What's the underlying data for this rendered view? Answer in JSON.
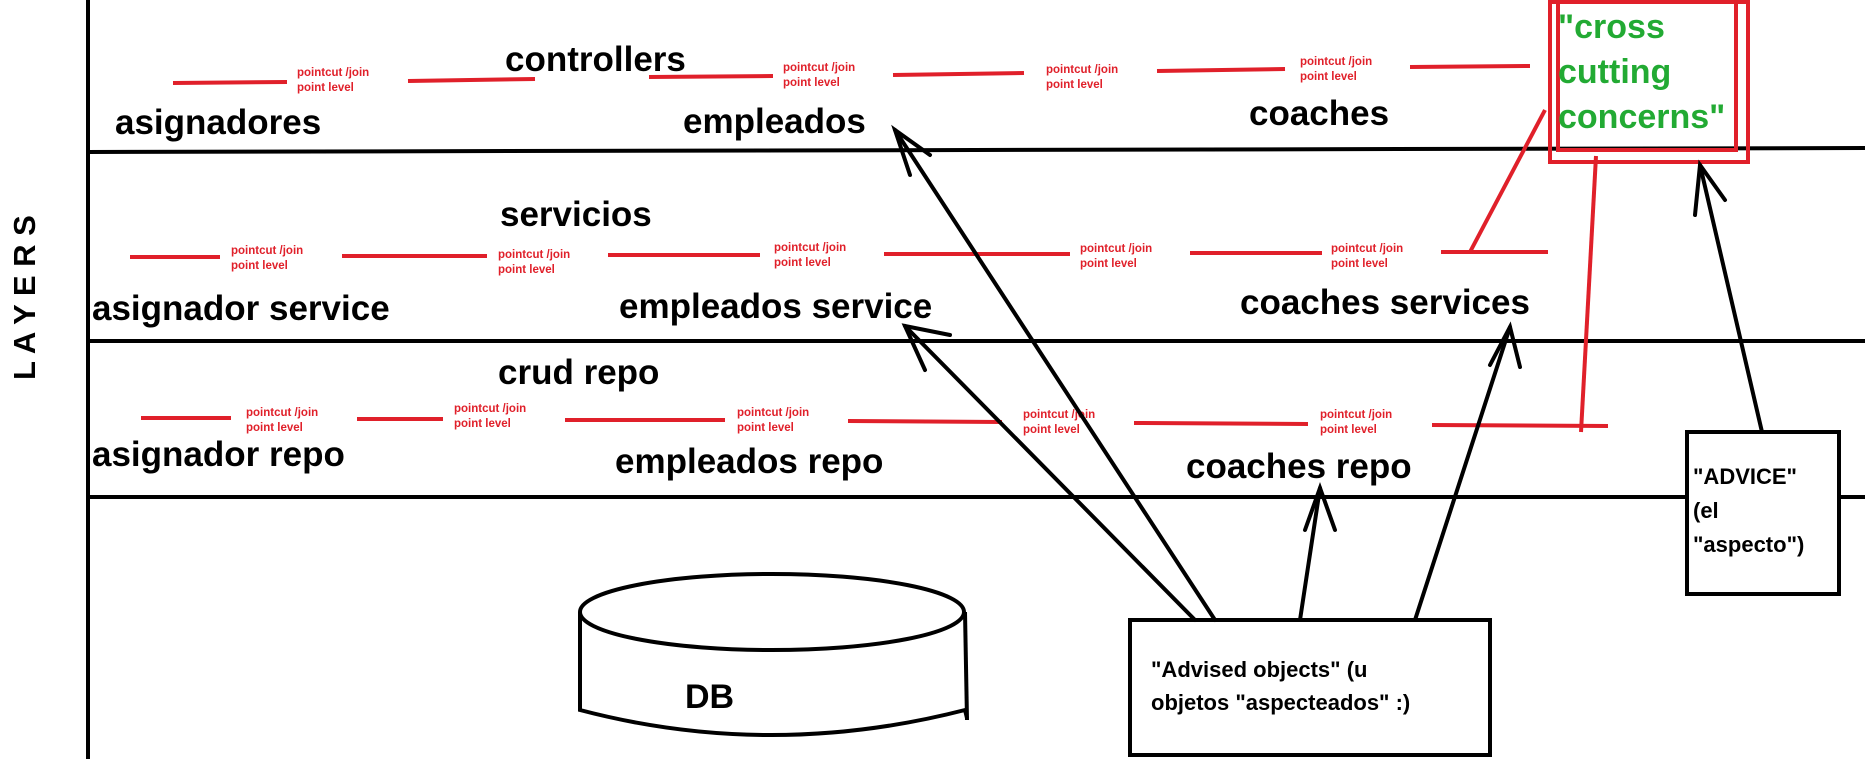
{
  "side_label": "L A Y E R S",
  "layers": [
    {
      "heading": "controllers",
      "items": [
        "asignadores",
        "empleados",
        "coaches"
      ]
    },
    {
      "heading": "servicios",
      "items": [
        "asignador service",
        "empleados service",
        "coaches services"
      ]
    },
    {
      "heading": "crud repo",
      "items": [
        "asignador repo",
        "empleados repo",
        "coaches repo"
      ]
    }
  ],
  "pointcut": {
    "line1": "pointcut /join",
    "line2": "point level"
  },
  "database": "DB",
  "cross_cutting": {
    "line1": "\"cross",
    "line2": "cutting",
    "line3": "concerns\""
  },
  "advice": {
    "line1": "\"ADVICE\"",
    "line2": "(el",
    "line3": "\"aspecto\")"
  },
  "advised_objects": {
    "line1": "\"Advised objects\" (u",
    "line2": "objetos \"aspecteados\" :)"
  },
  "colors": {
    "pointcut": "#e0202a",
    "cross_cutting": "#22aa33",
    "lines": "#000000"
  }
}
